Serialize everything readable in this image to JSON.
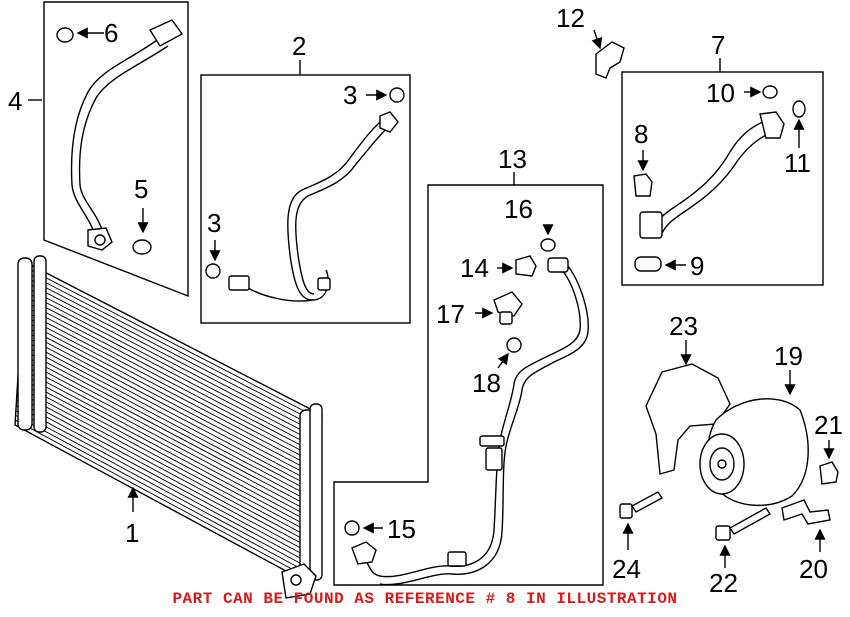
{
  "callouts": {
    "c1": "1",
    "c2": "2",
    "c3a": "3",
    "c3b": "3",
    "c4": "4",
    "c5": "5",
    "c6": "6",
    "c7": "7",
    "c8": "8",
    "c9": "9",
    "c10": "10",
    "c11": "11",
    "c12": "12",
    "c13": "13",
    "c14": "14",
    "c15": "15",
    "c16": "16",
    "c17": "17",
    "c18": "18",
    "c19": "19",
    "c20": "20",
    "c21": "21",
    "c22": "22",
    "c23": "23",
    "c24": "24"
  },
  "footer_note": "PART CAN BE FOUND AS REFERENCE # 8 IN ILLUSTRATION",
  "colors": {
    "footer": "#d81a1a",
    "line": "#000000"
  }
}
